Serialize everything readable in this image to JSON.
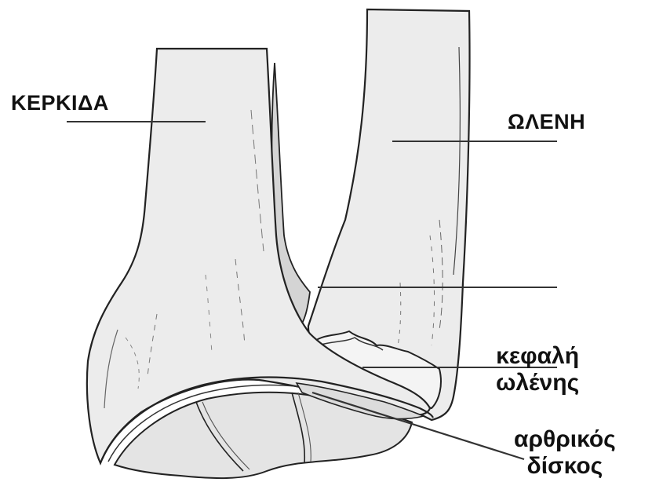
{
  "diagram": {
    "labels": {
      "radius": "ΚΕΡΚΙΔΑ",
      "ulna": "ΩΛΕΝΗ",
      "ulna_head_line1": "κεφαλή",
      "ulna_head_line2": "ωλένης",
      "disc_line1": "αρθρικός",
      "disc_line2": "δίσκος"
    },
    "colors": {
      "bone_fill": "#ececec",
      "bone_shadow": "#d4d4d4",
      "outline": "#222222",
      "leader_line": "#333333",
      "text": "#111111"
    }
  }
}
